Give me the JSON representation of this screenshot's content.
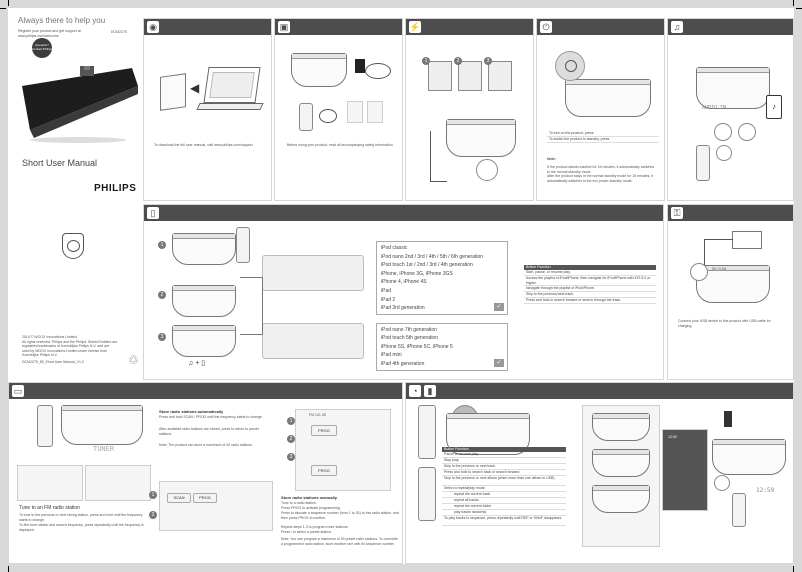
{
  "cover": {
    "tagline": "Always there to help you",
    "register_line_1": "Register your product and get support at",
    "register_line_2": "www.philips.com/welcome",
    "model": "DCM2275",
    "question_badge": "Question? Contact Philips",
    "title": "Short User Manual",
    "brand": "PHILIPS"
  },
  "legal": {
    "lines": [
      "2014 © WOOX Innovations Limited.",
      "All rights reserved. Philips and the Philips' Shield Emblem are",
      "registered trademarks of Koninklijke Philips N.V. and are",
      "used by WOOX Innovations Limited under license from",
      "Koninklijke Philips N.V.",
      "DCM2275_55_Short User Manual_V1.0"
    ]
  },
  "panels": {
    "manual": {
      "caption": "To download the full user manual, visit www.philips.com/support"
    },
    "box": {
      "caption": "Before using your product, read all accompanying safety information."
    },
    "power": {
      "icon": "power-plug-icon",
      "button_icon": "power-button-icon",
      "hint_1": "If the product stands inactive for 15 minutes, it automatically switches to the normal standby mode.",
      "hint_2": "After the product stays in the normal standby mode for 15 minutes, it automatically switches to the eco power standby mode.",
      "label_on": "To turn on the product, press",
      "label_standby": "To switch the product to standby, press",
      "note_label": "Note:"
    },
    "connect": {
      "icon": "audio-device-icon",
      "display_text": "AUDIO IN"
    },
    "ipod": {
      "icon": "ipod-icon",
      "compat_top": [
        "iPod classic",
        "iPod nano 2nd / 3rd / 4th / 5th / 6th generation",
        "iPod touch 1st / 2nd / 3rd / 4th generation",
        "iPhone, iPhone 3G, iPhone 3GS",
        "iPhone 4, iPhone 4S",
        "iPad",
        "iPad 2",
        "iPad 3rd generation"
      ],
      "compat_bottom": [
        "iPod nano 7th generation",
        "iPod touch 5th generation",
        "iPhone 5S, iPhone 5C, iPhone 5",
        "iPad mini",
        "iPad 4th generation"
      ],
      "table_header": "Button    Function",
      "table_rows": [
        "Start, pause, or resume play.",
        "Access the playlist of iPod/iPhone, then navigate for iPod/iPhone with iOS 5.0 or higher.",
        "Navigate through the playlist of iPod/iPhone.",
        "Skip to the previous/next track.",
        "Press and hold to search forward or search through the track."
      ],
      "step_labels": [
        "1",
        "2",
        "3"
      ]
    },
    "usb": {
      "icon": "usb-charge-icon",
      "label": "5V⎓0.5A",
      "caption": "Connect your USB device to this product with USB cable for charging."
    },
    "radio": {
      "icon": "radio-icon",
      "display_text": "TUNER",
      "store_title": "Store radio stations automatically",
      "store_steps": [
        "Press and hold SCAN / PROG until the frequency starts to change.",
        "After available radio stations are stored, press  to return to preset stations."
      ],
      "store_note": "Note: The product can store a maximum of 30 radio stations.",
      "tune_title": "Tune to an FM radio station",
      "tune_steps": [
        "To tune to the previous or next strong station, press and hold  until the frequency starts to change.",
        "To fine tune station and search frequency, press  repeatedly until the frequency is displayed."
      ],
      "manual_title": "Store radio stations manually",
      "manual_steps": [
        "Tune to a radio station.",
        "Press PROG to activate programming.",
        "Press  to allocate a sequence number (from 1 to 30) to this radio station, and then press PROG to confirm.",
        "Repeat steps 1-3 to program more stations.",
        "Press  / to select a preset station."
      ],
      "manual_note": "Note: You can program a maximum of 30 preset radio stations. To overwrite a programmed radio station, store another one with its sequence number.",
      "prog_label": "PROG",
      "scan_label": "SCAN",
      "freq_text": "FM 101.08"
    },
    "alarm": {
      "icon": "alarm-clock-icon",
      "table_header": "Button    Function",
      "rows": [
        "Pause or resume play.",
        "Stop play.",
        "Skip to the previous or next track.",
        "Press and hold to search back or search forward.",
        "Skip to the previous or next album (when more than one album in USB)",
        "Select a repeat/play mode.",
        "repeat the current track",
        "repeat all tracks",
        "repeat the current folder",
        "play tracks randomly",
        "To play tracks in sequence, press repeatedly until REP or SHUF disappears."
      ],
      "display_text": "12:59",
      "time_label": "12:00"
    }
  }
}
